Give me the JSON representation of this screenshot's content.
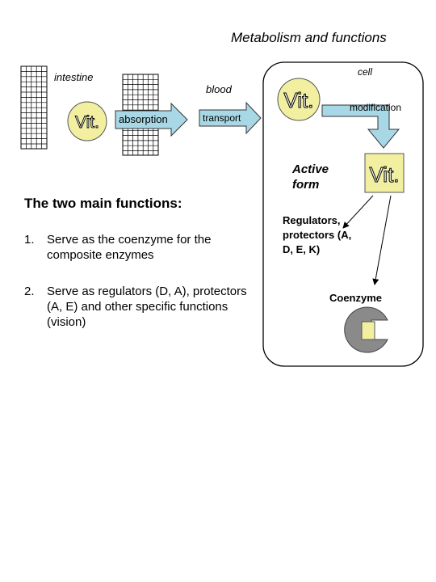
{
  "title": "Metabolism and functions",
  "labels": {
    "intestine": "intestine",
    "blood": "blood",
    "cell": "cell",
    "absorption": "absorption",
    "transport": "transport",
    "modification": "modification",
    "vit": "Vit.",
    "active_form": "Active form",
    "regulators": "Regulators, protectors (A, D, E, K)",
    "coenzyme": "Coenzyme"
  },
  "functions": {
    "heading": "The two main functions:",
    "items": [
      {
        "number": "1.",
        "text": "Serve as the coenzyme for the composite enzymes"
      },
      {
        "number": "2.",
        "text": "Serve as regulators (D, A), protectors (A, E) and other specific functions (vision)"
      }
    ]
  },
  "colors": {
    "vit_fill": "#f2f0a0",
    "arrow_fill": "#a8d8e6",
    "enzyme_fill": "#8a8a8a"
  }
}
